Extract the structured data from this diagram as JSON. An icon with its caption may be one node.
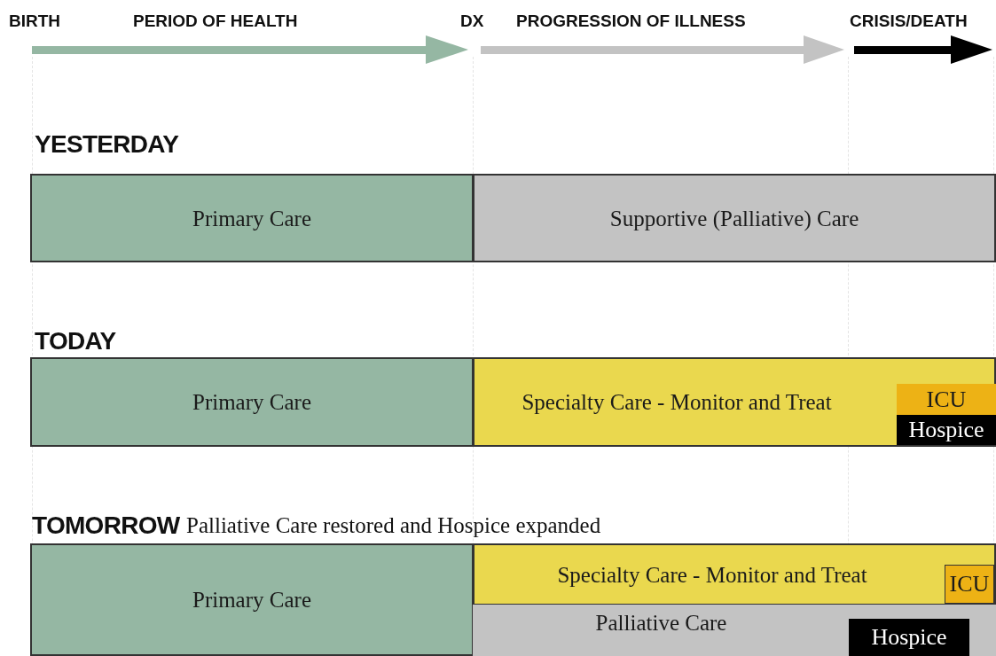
{
  "diagram": {
    "nodes": [
      {
        "text": [
          "Primary Care"
        ]
      },
      {
        "text": [
          "Supportive (Palliative) Care"
        ]
      },
      {
        "text": [
          "Primary Care"
        ]
      },
      {
        "text": [
          "Specialty Care - Monitor and Treat"
        ]
      },
      {
        "text": [
          "ICU"
        ],
        "in": 3
      },
      {
        "text": [
          "Hospice"
        ],
        "in": 3
      },
      {
        "text": [
          "Primary Care"
        ]
      },
      {
        "text": [
          "Specialty Care - Monitor and Treat"
        ]
      },
      {
        "text": [
          "ICU"
        ],
        "in": 7
      },
      {
        "text": [
          "Palliative Care"
        ]
      },
      {
        "text": [
          "Hospice"
        ],
        "in": 9
      }
    ],
    "labels": [
      "BIRTH",
      "PERIOD OF HEALTH",
      "DX",
      "PROGRESSION OF ILLNESS",
      "CRISIS/DEATH",
      "YESTERDAY",
      "TODAY",
      "TOMORROW",
      "Palliative Care restored and Hospice expanded"
    ]
  }
}
